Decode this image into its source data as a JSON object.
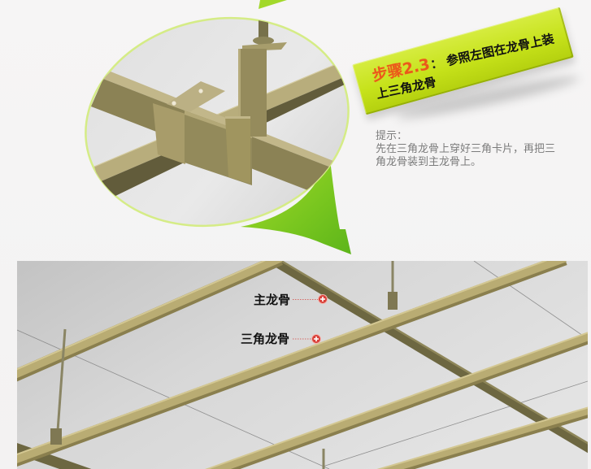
{
  "step_banner": {
    "step_label": "步骤2.3",
    "colon": "：",
    "instruction_line1": "参照左图在龙骨上装",
    "instruction_line2": "上三角龙骨"
  },
  "tip": {
    "heading": "提示：",
    "lines": [
      "先在三角龙骨上穿好三角卡片，再把三",
      "角龙骨装到主龙骨上。"
    ]
  },
  "detail_view": {
    "arrow_icon": "green-swoosh-arrow-icon"
  },
  "overview": {
    "callouts": [
      {
        "label": "主龙骨",
        "marker_icon": "plus-marker-icon"
      },
      {
        "label": "三角龙骨",
        "marker_icon": "plus-marker-icon"
      }
    ]
  },
  "colors": {
    "banner_bg": "#c6e21a",
    "step_label": "#ea5a1a",
    "tip_text": "#7c7c7c",
    "triangle_keel": "#b9ac73",
    "main_keel": "#6d6741",
    "arrow_green": "#79c61f",
    "marker_red": "#d9413a"
  }
}
